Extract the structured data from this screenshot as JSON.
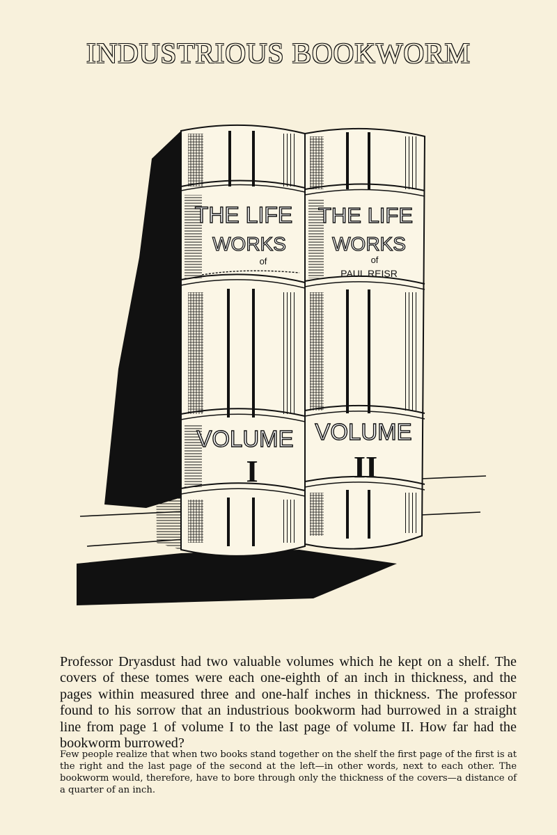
{
  "title": "INDUSTRIOUS BOOKWORM",
  "book1": {
    "label_line1": "THE LIFE",
    "label_line2": "WORKS",
    "label_line3": "of",
    "volume_word": "VOLUME",
    "volume_numeral": "I"
  },
  "book2": {
    "label_line1": "THE LIFE",
    "label_line2": "WORKS",
    "label_line3": "of",
    "label_line4": "PAUL REISR",
    "volume_word": "VOLUME",
    "volume_numeral": "II"
  },
  "puzzle_text": "Professor Dryasdust had two valuable volumes which he kept on a shelf. The covers of these tomes were each one-eighth of an inch in thickness, and the pages within measured three and one-half inches in thickness. The professor found to his sorrow that an industrious bookworm had burrowed in a straight line from page 1 of volume I to the last page of volume II. How far had the bookworm burrowed?",
  "answer_text": "Few people realize that when two books stand together on the shelf the first page of the first is at the right and the last page of the second at the left—in other words, next to each other. The bookworm would, therefore, have to bore through only the thickness of the covers—a distance of a quarter of an inch.",
  "colors": {
    "paper": "#f8f1dc",
    "ink": "#111111"
  }
}
